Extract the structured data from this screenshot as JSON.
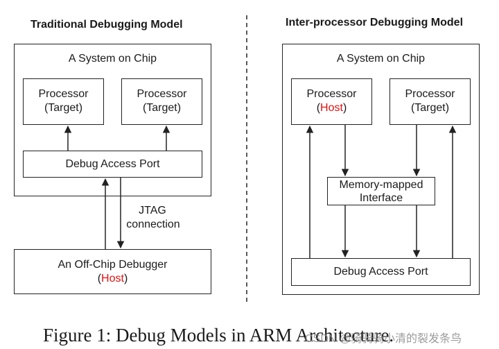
{
  "left": {
    "title": "Traditional Debugging Model",
    "soc_label": "A System on Chip",
    "processor1": {
      "line1": "Processor",
      "line2": "(Target)"
    },
    "processor2": {
      "line1": "Processor",
      "line2": "(Target)"
    },
    "dap_label": "Debug Access Port",
    "jtag_line1": "JTAG",
    "jtag_line2": "connection",
    "debugger": {
      "line1": "An Off-Chip Debugger",
      "open": "(",
      "host": "Host",
      "close": ")"
    }
  },
  "right": {
    "title": "Inter-processor Debugging Model",
    "soc_label": "A System on Chip",
    "processor1": {
      "line1": "Processor",
      "open": "(",
      "host": "Host",
      "close": ")"
    },
    "processor2": {
      "line1": "Processor",
      "line2": "(Target)"
    },
    "mmi_line1": "Memory-mapped",
    "mmi_line2": "Interface",
    "dap_label": "Debug Access Port"
  },
  "caption": "Figure 1: Debug Models in ARM Architecture.",
  "watermark": "CSDN @骑骑骑小清的裂发条鸟",
  "colors": {
    "host": "#e01010",
    "line": "#222222"
  }
}
